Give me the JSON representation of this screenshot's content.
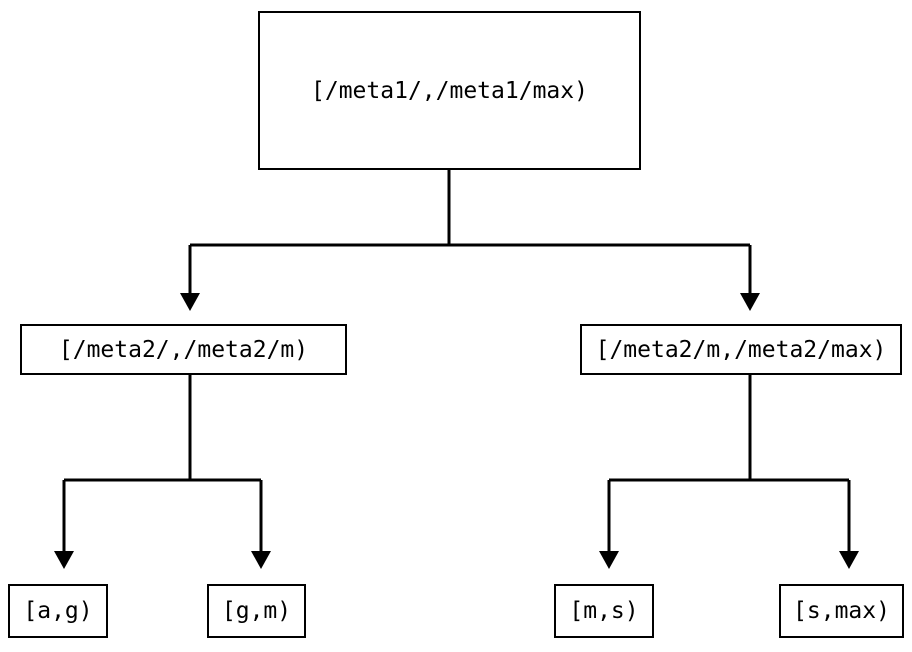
{
  "diagram": {
    "type": "tree",
    "title": "",
    "orientation": "top-down",
    "colors": {
      "background": "#ffffff",
      "stroke": "#000000",
      "node_fill": "#ffffff",
      "text": "#000000"
    },
    "nodes": {
      "root": {
        "id": "root",
        "label": "[/meta1/,/meta1/max)",
        "level": 0
      },
      "mid_left": {
        "id": "mid-left",
        "label": "[/meta2/,/meta2/m)",
        "level": 1
      },
      "mid_right": {
        "id": "mid-right",
        "label": "[/meta2/m,/meta2/max)",
        "level": 1
      },
      "leaf_1": {
        "id": "leaf-a-g",
        "label": "[a,g)",
        "level": 2
      },
      "leaf_2": {
        "id": "leaf-g-m",
        "label": "[g,m)",
        "level": 2
      },
      "leaf_3": {
        "id": "leaf-m-s",
        "label": "[m,s)",
        "level": 2
      },
      "leaf_4": {
        "id": "leaf-s-max",
        "label": "[s,max)",
        "level": 2
      }
    },
    "edges": [
      {
        "from": "root",
        "to": "mid_left",
        "arrow": "filled-triangle-down"
      },
      {
        "from": "root",
        "to": "mid_right",
        "arrow": "filled-triangle-down"
      },
      {
        "from": "mid_left",
        "to": "leaf_1",
        "arrow": "filled-triangle-down"
      },
      {
        "from": "mid_left",
        "to": "leaf_2",
        "arrow": "filled-triangle-down"
      },
      {
        "from": "mid_right",
        "to": "leaf_3",
        "arrow": "filled-triangle-down"
      },
      {
        "from": "mid_right",
        "to": "leaf_4",
        "arrow": "filled-triangle-down"
      }
    ]
  }
}
